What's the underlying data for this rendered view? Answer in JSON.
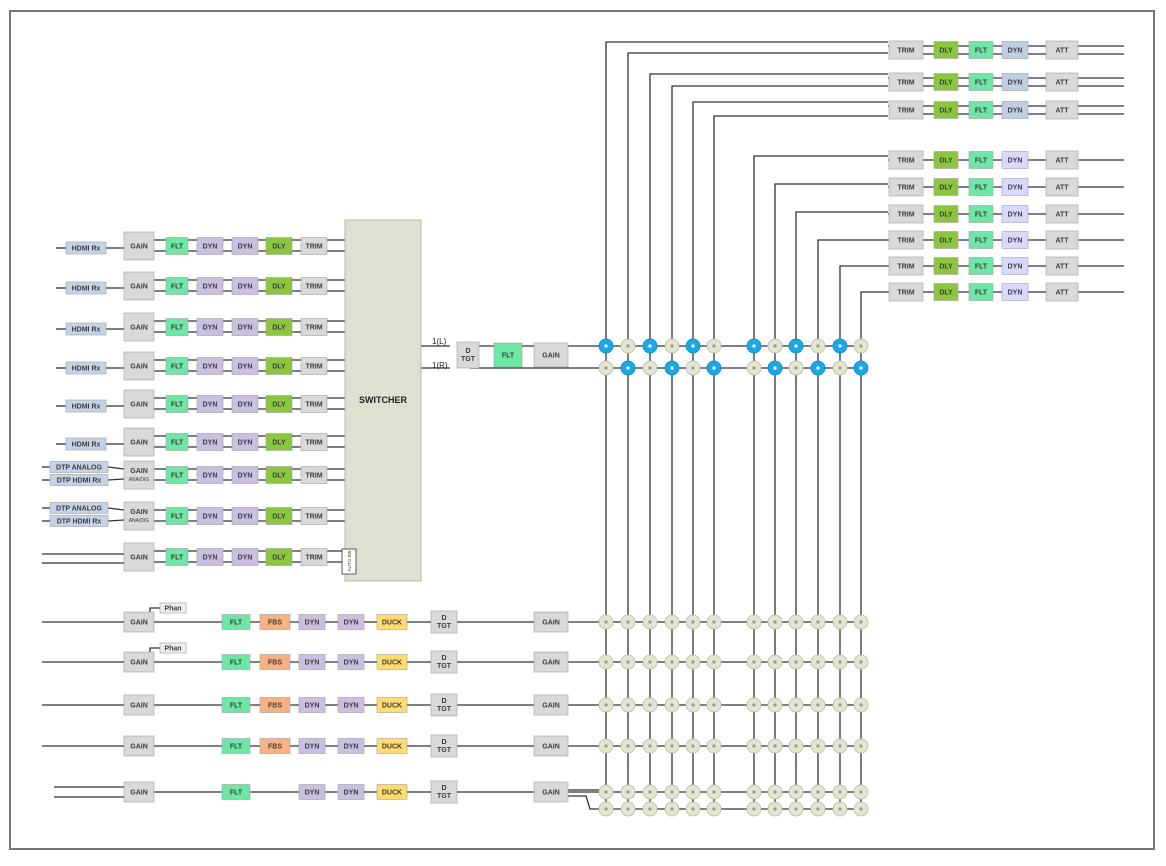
{
  "colors": {
    "border": "#777777",
    "wire": "#333333",
    "gain": "#d9d9d9",
    "flt": "#6ee6a6",
    "dyn": "#c9bfe0",
    "dyn_light": "#d9d9ff",
    "dyn_blue": "#bfcfe3",
    "dly": "#8cc63f",
    "trim": "#d9d9d9",
    "att": "#d9d9d9",
    "hdmi": "#c5d3e8",
    "fbs": "#f7b183",
    "duck": "#ffdb70",
    "tgt": "#d9d9d9",
    "switcher": "#dde2d0",
    "node_active": "#1aa8e8",
    "node_idle": "#e3e5d3"
  },
  "labels": {
    "gain": "GAIN",
    "gain_analog_dig": "ANA/DIG",
    "flt": "FLT",
    "dyn": "DYN",
    "dly": "DLY",
    "trim": "TRIM",
    "att": "ATT",
    "hdmi_rx": "HDMI Rx",
    "dtp_analog": "DTP ANALOG",
    "dtp_hdmi_rx": "DTP HDMI Rx",
    "switcher": "SWITCHER",
    "auto_sw": "AUTO SW",
    "d": "D",
    "tgt": "TGT",
    "fbs": "FBS",
    "duck": "DUCK",
    "phan": "Phan",
    "bus_left": "1(L)",
    "bus_right": "1(R)"
  },
  "input_rows": [
    {
      "source": "hdmi"
    },
    {
      "source": "hdmi"
    },
    {
      "source": "hdmi"
    },
    {
      "source": "hdmi"
    },
    {
      "source": "hdmi"
    },
    {
      "source": "hdmi"
    },
    {
      "source": "dtp"
    },
    {
      "source": "dtp"
    },
    {
      "source": "analog"
    }
  ],
  "mic_rows": [
    {
      "phantom": true,
      "fbs": true,
      "duck": true
    },
    {
      "phantom": true,
      "fbs": true,
      "duck": true
    },
    {
      "phantom": false,
      "fbs": true,
      "duck": true
    },
    {
      "phantom": false,
      "fbs": true,
      "duck": true
    },
    {
      "phantom": false,
      "fbs": false,
      "duck": true
    }
  ],
  "output_rows": [
    {
      "dyn_tone": "blue"
    },
    {
      "dyn_tone": "blue"
    },
    {
      "dyn_tone": "blue"
    },
    {
      "dyn_tone": "light"
    },
    {
      "dyn_tone": "light"
    },
    {
      "dyn_tone": "light"
    },
    {
      "dyn_tone": "light"
    },
    {
      "dyn_tone": "light"
    },
    {
      "dyn_tone": "light"
    }
  ],
  "matrix": {
    "row_left": [
      1,
      0,
      1,
      0,
      1,
      0,
      1,
      0,
      1,
      0,
      1,
      0
    ],
    "row_right": [
      0,
      1,
      0,
      1,
      0,
      1,
      0,
      1,
      0,
      1,
      0,
      1
    ]
  }
}
